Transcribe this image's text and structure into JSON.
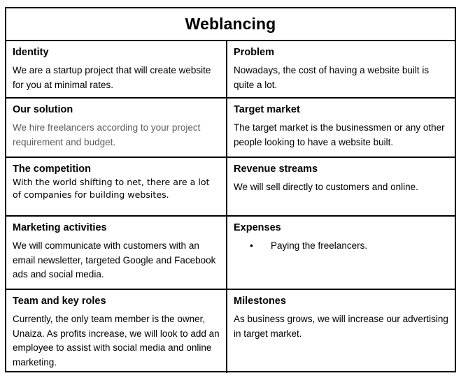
{
  "document": {
    "title": "Weblancing",
    "type": "business-model-canvas"
  },
  "blocks": [
    {
      "id": "identity",
      "heading": "Identity",
      "body": "We are a startup project that will create website for you at minimal rates.",
      "style": "normal",
      "column": "left",
      "row": 1
    },
    {
      "id": "problem",
      "heading": "Problem",
      "body": "Nowadays, the cost of having a website built is quite a lot.",
      "style": "normal",
      "column": "right",
      "row": 1
    },
    {
      "id": "our-solution",
      "heading": "Our solution",
      "body": "We hire freelancers according to your project requirement and budget.",
      "style": "muted",
      "column": "left",
      "row": 2
    },
    {
      "id": "target-market",
      "heading": "Target market",
      "body": "The target market is the businessmen or any other people looking to have a website built.",
      "style": "normal",
      "column": "right",
      "row": 2
    },
    {
      "id": "the-competition",
      "heading": "The competition",
      "body": "With the world shifting to net, there are a lot of companies for building websites.",
      "style": "alt-font",
      "column": "left",
      "row": 3
    },
    {
      "id": "revenue-streams",
      "heading": "Revenue streams",
      "body": "We will sell directly to customers and online.",
      "style": "normal",
      "column": "right",
      "row": 3
    },
    {
      "id": "marketing-activities",
      "heading": "Marketing activities",
      "body": "We will communicate with customers with an email newsletter, targeted Google and Facebook ads and social media.",
      "style": "normal",
      "column": "left",
      "row": 4
    },
    {
      "id": "expenses",
      "heading": "Expenses",
      "body": "",
      "bullets": [
        "Paying the freelancers."
      ],
      "style": "bulleted",
      "column": "right",
      "row": 4
    },
    {
      "id": "team-and-key-roles",
      "heading": "Team and key roles",
      "body": "Currently, the only team member is the owner, Unaiza. As profits increase, we will look to add an employee to assist with social media and online marketing.",
      "style": "normal",
      "column": "left",
      "row": 5
    },
    {
      "id": "milestones",
      "heading": "Milestones",
      "body": "As business grows, we will increase our advertising in target market.",
      "style": "normal",
      "column": "right",
      "row": 5
    }
  ],
  "colors": {
    "border": "#000000",
    "text": "#000000",
    "text_muted": "#5c5c5c",
    "background": "#ffffff"
  }
}
